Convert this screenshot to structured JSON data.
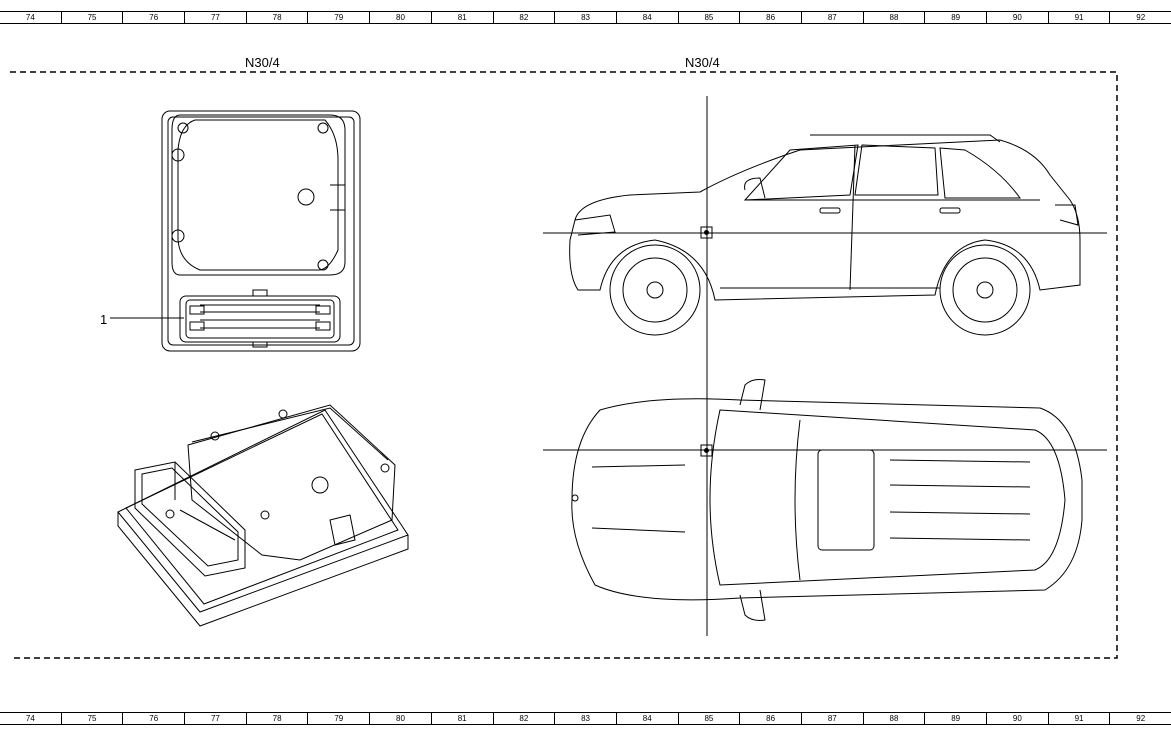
{
  "ruler_numbers": [
    "74",
    "75",
    "76",
    "77",
    "78",
    "79",
    "80",
    "81",
    "82",
    "83",
    "84",
    "85",
    "86",
    "87",
    "88",
    "89",
    "90",
    "91",
    "92"
  ],
  "labels": {
    "component_left": "N30/4",
    "component_right": "N30/4",
    "callout_1": "1"
  }
}
